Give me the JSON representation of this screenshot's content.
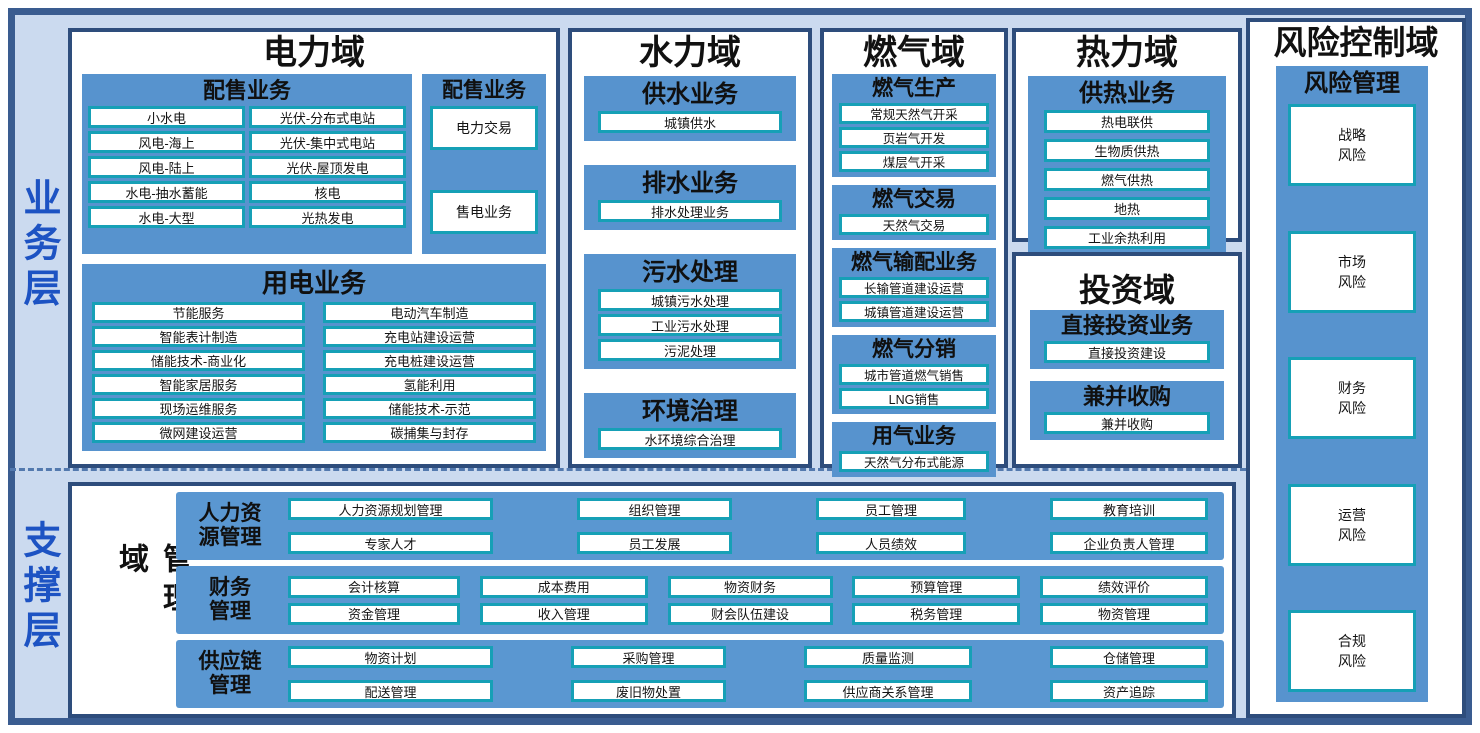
{
  "colors": {
    "frame_fill": "#cbdaef",
    "frame_border": "#3a5c90",
    "domain_border": "#2e4d7c",
    "section_blue": "#5793ce",
    "item_border_teal": "#16a0b6",
    "layer_label_blue": "#1d53c3",
    "dashed_divider": "#5379ae"
  },
  "layer_labels": {
    "business": "业务层",
    "support": "支撑层"
  },
  "domains": {
    "power": {
      "title": "电力域",
      "dist_left": {
        "title": "配售业务",
        "col1": [
          "小水电",
          "风电-海上",
          "风电-陆上",
          "水电-抽水蓄能",
          "水电-大型"
        ],
        "col2": [
          "光伏-分布式电站",
          "光伏-集中式电站",
          "光伏-屋顶发电",
          "核电",
          "光热发电"
        ]
      },
      "dist_right": {
        "title": "配售业务",
        "items": [
          "电力交易",
          "售电业务"
        ]
      },
      "usage": {
        "title": "用电业务",
        "col1": [
          "节能服务",
          "智能表计制造",
          "储能技术-商业化",
          "智能家居服务",
          "现场运维服务",
          "微网建设运营"
        ],
        "col2": [
          "电动汽车制造",
          "充电站建设运营",
          "充电桩建设运营",
          "氢能利用",
          "储能技术-示范",
          "碳捕集与封存"
        ]
      }
    },
    "water": {
      "title": "水力域",
      "sections": [
        {
          "title": "供水业务",
          "items": [
            "城镇供水"
          ]
        },
        {
          "title": "排水业务",
          "items": [
            "排水处理业务"
          ]
        },
        {
          "title": "污水处理",
          "items": [
            "城镇污水处理",
            "工业污水处理",
            "污泥处理"
          ]
        },
        {
          "title": "环境治理",
          "items": [
            "水环境综合治理"
          ]
        }
      ]
    },
    "gas": {
      "title": "燃气域",
      "sections": [
        {
          "title": "燃气生产",
          "items": [
            "常规天然气开采",
            "页岩气开发",
            "煤层气开采"
          ]
        },
        {
          "title": "燃气交易",
          "items": [
            "天然气交易"
          ]
        },
        {
          "title": "燃气输配业务",
          "items": [
            "长输管道建设运营",
            "城镇管道建设运营"
          ]
        },
        {
          "title": "燃气分销",
          "items": [
            "城市管道燃气销售",
            "LNG销售"
          ]
        },
        {
          "title": "用气业务",
          "items": [
            "天然气分布式能源"
          ]
        }
      ]
    },
    "heat": {
      "title": "热力域",
      "sections": [
        {
          "title": "供热业务",
          "items": [
            "热电联供",
            "生物质供热",
            "燃气供热",
            "地热",
            "工业余热利用"
          ]
        }
      ]
    },
    "investment": {
      "title": "投资域",
      "sections": [
        {
          "title": "直接投资业务",
          "items": [
            "直接投资建设"
          ]
        },
        {
          "title": "兼并收购",
          "items": [
            "兼并收购"
          ]
        }
      ]
    },
    "risk": {
      "title": "风险控制域",
      "section_title": "风险管理",
      "items": [
        "战略\n风险",
        "市场\n风险",
        "财务\n风险",
        "运营\n风险",
        "合规\n风险"
      ]
    },
    "management": {
      "title": "管理域",
      "rows": [
        {
          "label": "人力资\n源管理",
          "columns": [
            [
              "人力资源规划管理",
              "专家人才"
            ],
            [
              "组织管理",
              "员工发展"
            ],
            [
              "员工管理",
              "人员绩效"
            ],
            [
              "教育培训",
              "企业负责人管理"
            ]
          ]
        },
        {
          "label": "财务\n管理",
          "columns": [
            [
              "会计核算",
              "资金管理"
            ],
            [
              "成本费用",
              "收入管理"
            ],
            [
              "物资财务",
              "财会队伍建设"
            ],
            [
              "预算管理",
              "税务管理"
            ],
            [
              "绩效评价",
              "物资管理"
            ]
          ]
        },
        {
          "label": "供应链\n管理",
          "columns": [
            [
              "物资计划",
              "配送管理"
            ],
            [
              "采购管理",
              "废旧物处置"
            ],
            [
              "质量监测",
              "供应商关系管理"
            ],
            [
              "仓储管理",
              "资产追踪"
            ]
          ]
        }
      ]
    }
  }
}
